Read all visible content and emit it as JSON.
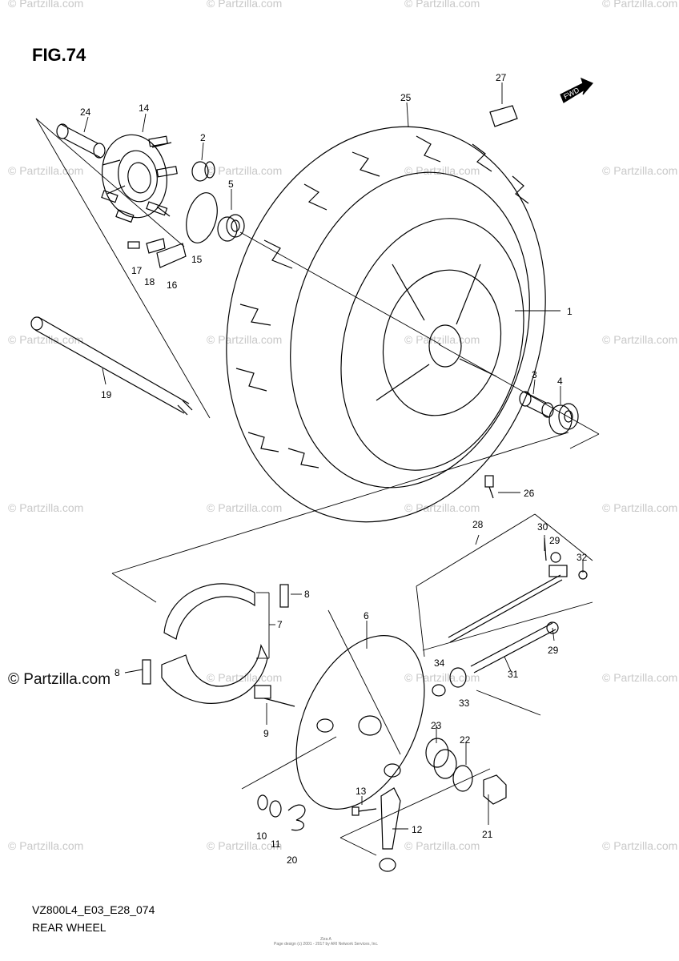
{
  "figure": {
    "title": "FIG.74",
    "code": "VZ800L4_E03_E28_074",
    "name": "REAR WHEEL"
  },
  "watermark": {
    "text": "© Partzilla.com",
    "strong_text": "© Partzilla.com"
  },
  "footer_small": {
    "line1": "Ziza A",
    "line2": "Page design (c) 2001 - 2017 by ARI Network Services, Inc."
  },
  "badge": {
    "text": "FWD"
  },
  "callouts": [
    {
      "label": "1"
    },
    {
      "label": "2"
    },
    {
      "label": "3"
    },
    {
      "label": "4"
    },
    {
      "label": "5"
    },
    {
      "label": "6"
    },
    {
      "label": "7"
    },
    {
      "label": "8"
    },
    {
      "label": "8"
    },
    {
      "label": "9"
    },
    {
      "label": "10"
    },
    {
      "label": "11"
    },
    {
      "label": "12"
    },
    {
      "label": "13"
    },
    {
      "label": "14"
    },
    {
      "label": "15"
    },
    {
      "label": "16"
    },
    {
      "label": "17"
    },
    {
      "label": "18"
    },
    {
      "label": "19"
    },
    {
      "label": "20"
    },
    {
      "label": "21"
    },
    {
      "label": "22"
    },
    {
      "label": "23"
    },
    {
      "label": "24"
    },
    {
      "label": "25"
    },
    {
      "label": "26"
    },
    {
      "label": "27"
    },
    {
      "label": "28"
    },
    {
      "label": "29"
    },
    {
      "label": "29"
    },
    {
      "label": "30"
    },
    {
      "label": "31"
    },
    {
      "label": "32"
    },
    {
      "label": "33"
    },
    {
      "label": "34"
    }
  ]
}
